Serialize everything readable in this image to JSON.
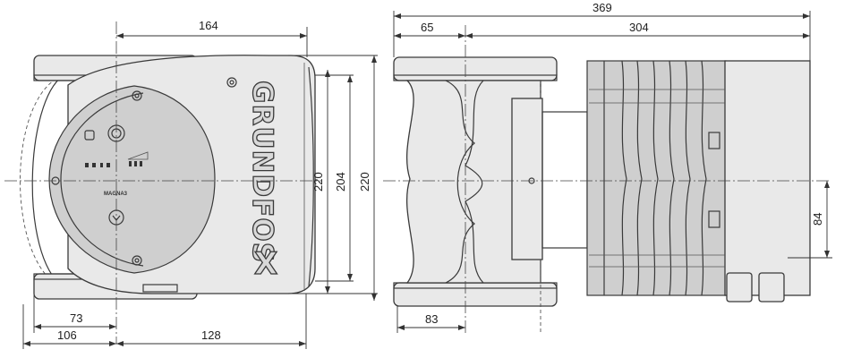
{
  "front_view": {
    "dimensions": {
      "top_width": "164",
      "height_inner": "220",
      "height_mid": "204",
      "height_outer": "220",
      "bottom_left_inner": "73",
      "bottom_left": "106",
      "bottom_right": "128"
    },
    "brand_text": "GRUNDFOS",
    "brand_mark": "X",
    "panel_label": "MAGNA3"
  },
  "side_view": {
    "dimensions": {
      "overall_length": "369",
      "flange_offset": "65",
      "motor_length": "304",
      "flange_base": "83",
      "axis_offset": "84"
    }
  }
}
